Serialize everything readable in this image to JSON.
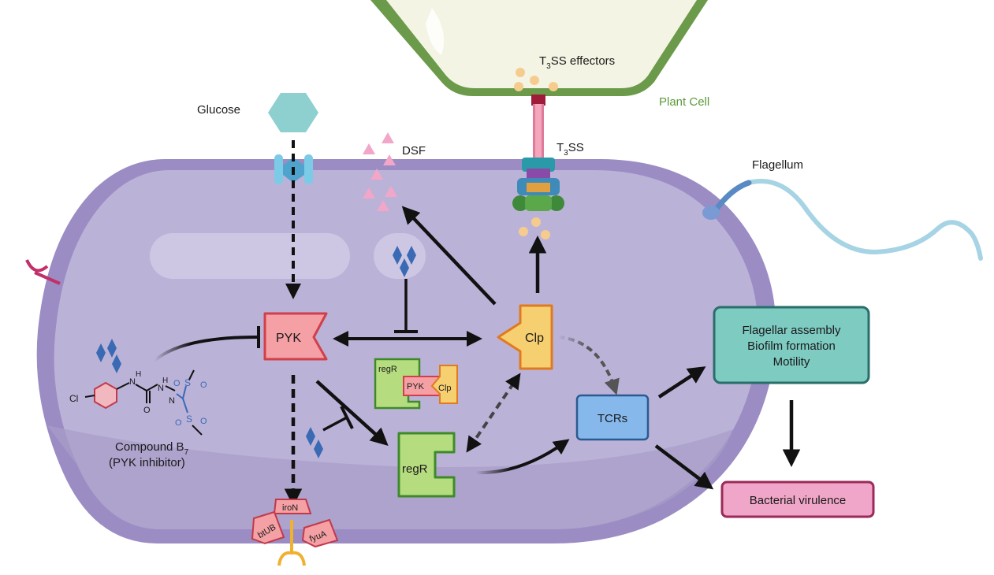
{
  "labels": {
    "glucose": "Glucose",
    "dsf": "DSF",
    "t3ss_effectors_pre": "T",
    "t3ss_effectors_sub": "3",
    "t3ss_effectors_post": "SS effectors",
    "plant_cell": "Plant Cell",
    "t3ss_pre": "T",
    "t3ss_sub": "3",
    "t3ss_post": "SS",
    "flagellum": "Flagellum",
    "pyk": "PYK",
    "clp": "Clp",
    "regr": "regR",
    "complex_regr": "regR",
    "complex_pyk": "PYK",
    "complex_clp": "Clp",
    "tcrs": "TCRs",
    "phenotype_line1": "Flagellar assembly",
    "phenotype_line2": "Biofilm formation",
    "phenotype_line3": "Motility",
    "virulence": "Bacterial virulence",
    "compound_pre": "Compound B",
    "compound_sub": "7",
    "compound_desc": "(PYK inhibitor)",
    "gene_iron": "iroN",
    "gene_btub": "btUB",
    "gene_fyua": "fyuA",
    "atom_cl": "Cl",
    "atom_n1": "N",
    "atom_h1": "H",
    "atom_n2": "N",
    "atom_h2": "H",
    "atom_n3": "N",
    "atom_o": "O",
    "atom_s1": "S",
    "atom_s2": "S",
    "atom_o1": "O",
    "atom_o2": "O",
    "atom_o3": "O",
    "atom_o4": "O"
  },
  "colors": {
    "membrane_outer": "#9b8cc4",
    "cytoplasm": "#bbb2d8",
    "plant_wall": "#6a9a4a",
    "plant_inside": "#f4f4e4",
    "pyk_fill": "#f4a0a4",
    "pyk_stroke": "#d0404a",
    "clp_fill": "#f6d070",
    "clp_stroke": "#e07a20",
    "regr_fill": "#b6dc80",
    "regr_stroke": "#3e8a2a",
    "tcrs_fill": "#86b8ec",
    "tcrs_stroke": "#2a5a90",
    "phenotype_fill": "#7ecbc2",
    "phenotype_stroke": "#2a6e6a",
    "virulence_fill": "#f0a6c8",
    "virulence_stroke": "#9a2a5a",
    "glucose": "#8ecfd0",
    "dsf": "#f2a6c8",
    "inhibitor": "#3a6ab4",
    "flagellum": "#a6d4e4",
    "effector": "#f6cc8e"
  }
}
